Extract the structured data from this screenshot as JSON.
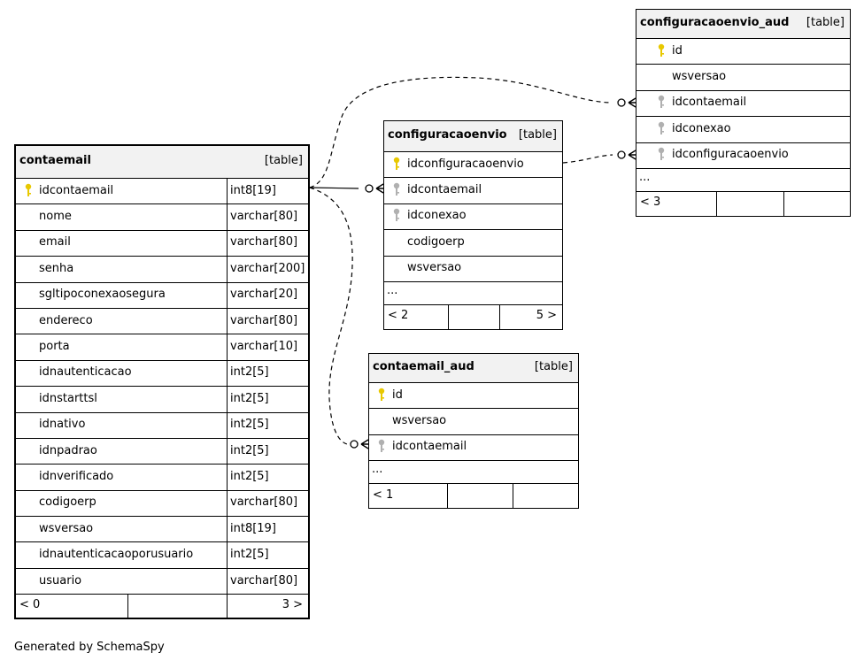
{
  "footer": "Generated by SchemaSpy",
  "colors": {
    "pk_key": "#e8c800",
    "fk_key": "#b0b0b0",
    "header_bg": "#f2f2f2"
  },
  "tables": {
    "contaemail": {
      "name": "contaemail",
      "type": "[table]",
      "columns": [
        {
          "name": "idcontaemail",
          "type": "int8[19]",
          "key": "pk"
        },
        {
          "name": "nome",
          "type": "varchar[80]"
        },
        {
          "name": "email",
          "type": "varchar[80]"
        },
        {
          "name": "senha",
          "type": "varchar[200]"
        },
        {
          "name": "sgltipoconexaosegura",
          "type": "varchar[20]"
        },
        {
          "name": "endereco",
          "type": "varchar[80]"
        },
        {
          "name": "porta",
          "type": "varchar[10]"
        },
        {
          "name": "idnautenticacao",
          "type": "int2[5]"
        },
        {
          "name": "idnstarttsl",
          "type": "int2[5]"
        },
        {
          "name": "idnativo",
          "type": "int2[5]"
        },
        {
          "name": "idnpadrao",
          "type": "int2[5]"
        },
        {
          "name": "idnverificado",
          "type": "int2[5]"
        },
        {
          "name": "codigoerp",
          "type": "varchar[80]"
        },
        {
          "name": "wsversao",
          "type": "int8[19]"
        },
        {
          "name": "idnautenticacaoporusuario",
          "type": "int2[5]"
        },
        {
          "name": "usuario",
          "type": "varchar[80]"
        }
      ],
      "footer_left": "< 0",
      "footer_right": "3 >"
    },
    "configuracaoenvio": {
      "name": "configuracaoenvio",
      "type": "[table]",
      "columns": [
        {
          "name": "idconfiguracaoenvio",
          "key": "pk"
        },
        {
          "name": "idcontaemail",
          "key": "fk"
        },
        {
          "name": "idconexao",
          "key": "fk"
        },
        {
          "name": "codigoerp"
        },
        {
          "name": "wsversao"
        }
      ],
      "ellipsis": "...",
      "footer_left": "< 2",
      "footer_right": "5 >"
    },
    "configuracaoenvio_aud": {
      "name": "configuracaoenvio_aud",
      "type": "[table]",
      "columns": [
        {
          "name": "id",
          "key": "pk"
        },
        {
          "name": "wsversao"
        },
        {
          "name": "idcontaemail",
          "key": "fk"
        },
        {
          "name": "idconexao",
          "key": "fk"
        },
        {
          "name": "idconfiguracaoenvio",
          "key": "fk"
        }
      ],
      "ellipsis": "...",
      "footer_left": "< 3",
      "footer_right": ""
    },
    "contaemail_aud": {
      "name": "contaemail_aud",
      "type": "[table]",
      "columns": [
        {
          "name": "id",
          "key": "pk"
        },
        {
          "name": "wsversao"
        },
        {
          "name": "idcontaemail",
          "key": "fk"
        }
      ],
      "ellipsis": "...",
      "footer_left": "< 1",
      "footer_right": ""
    }
  }
}
